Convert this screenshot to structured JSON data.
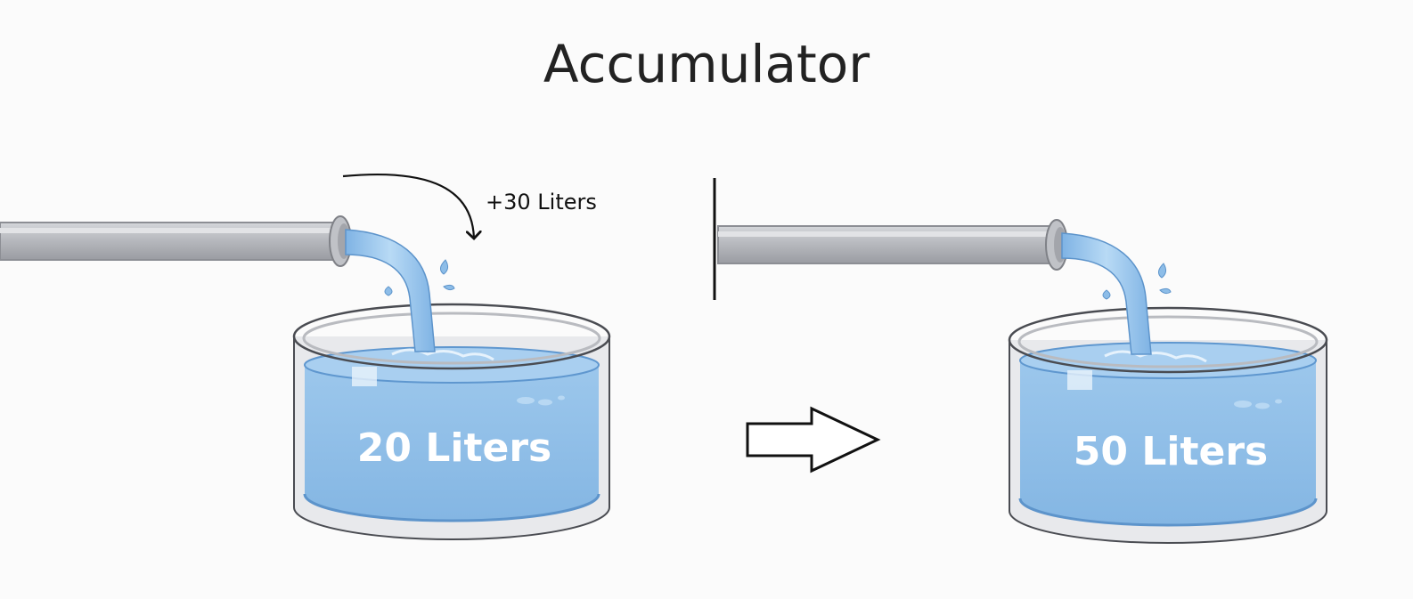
{
  "title": "Accumulator",
  "before": {
    "tank_label": "20 Liters",
    "added_label": "+30 Liters"
  },
  "after": {
    "tank_label": "50 Liters"
  },
  "colors": {
    "water": "#8dbde8",
    "water_dark": "#6aa3d8",
    "pipe": "#b4b6bc",
    "tank_rim": "#c9cbd0",
    "text_on_water": "#ffffff"
  }
}
